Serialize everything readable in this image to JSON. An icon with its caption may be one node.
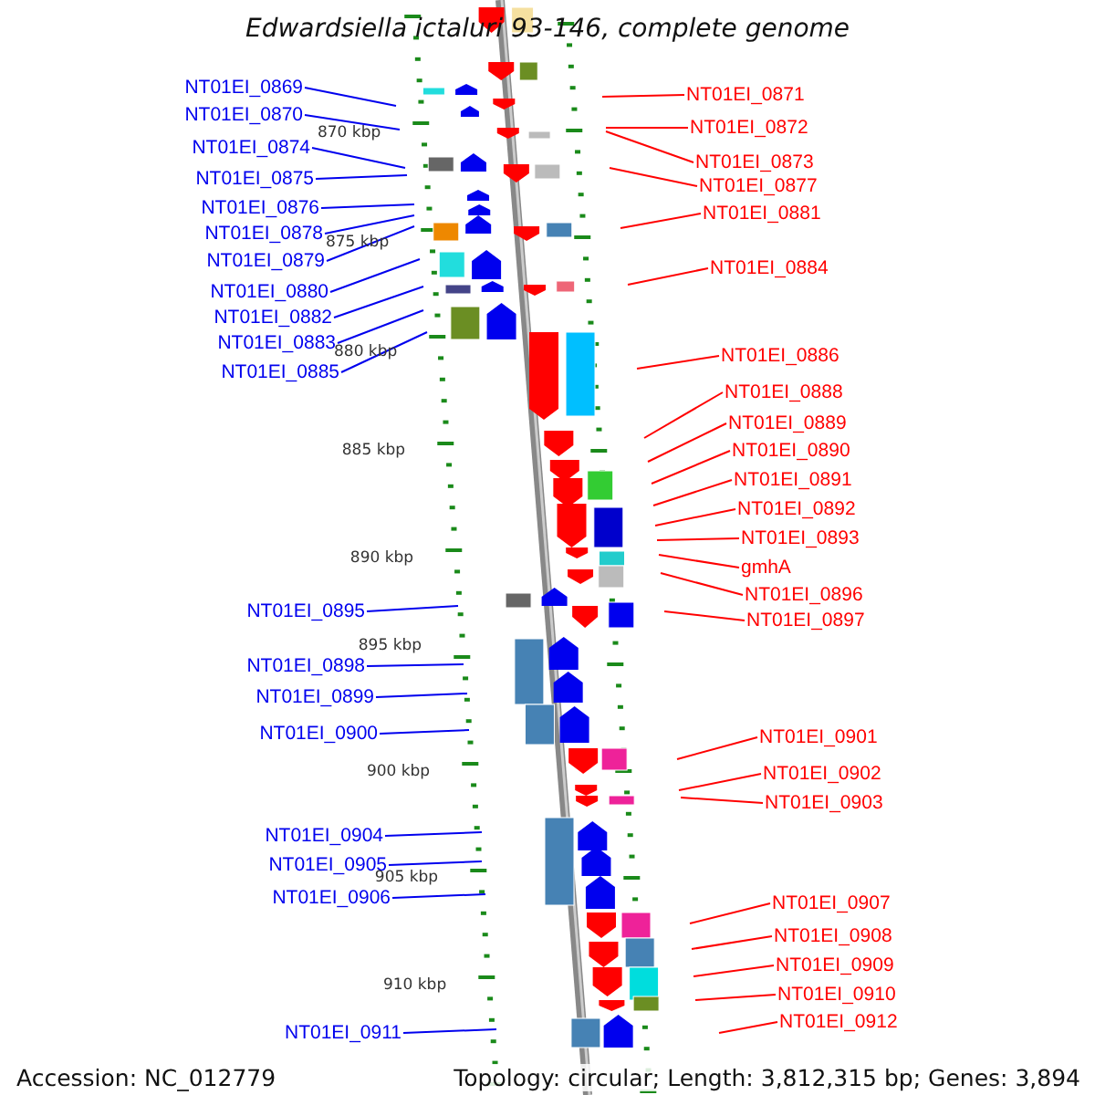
{
  "diagram": {
    "title": "Edwardsiella ictaluri 93-146, complete genome",
    "nodes": [
      {
        "text": [
          "NT01EI_0869"
        ]
      },
      {
        "text": [
          "NT01EI_0870"
        ]
      },
      {
        "text": [
          "NT01EI_0874"
        ]
      },
      {
        "text": [
          "NT01EI_0875"
        ]
      },
      {
        "text": [
          "NT01EI_0876"
        ]
      },
      {
        "text": [
          "NT01EI_0878"
        ]
      },
      {
        "text": [
          "NT01EI_0879"
        ]
      },
      {
        "text": [
          "NT01EI_0880"
        ]
      },
      {
        "text": [
          "NT01EI_0882"
        ]
      },
      {
        "text": [
          "NT01EI_0883"
        ]
      },
      {
        "text": [
          "NT01EI_0885"
        ]
      },
      {
        "text": [
          "NT01EI_0895"
        ]
      },
      {
        "text": [
          "NT01EI_0898"
        ]
      },
      {
        "text": [
          "NT01EI_0899"
        ]
      },
      {
        "text": [
          "NT01EI_0900"
        ]
      },
      {
        "text": [
          "NT01EI_0904"
        ]
      },
      {
        "text": [
          "NT01EI_0905"
        ]
      },
      {
        "text": [
          "NT01EI_0906"
        ]
      },
      {
        "text": [
          "NT01EI_0911"
        ]
      },
      {
        "text": [
          "NT01EI_0871"
        ]
      },
      {
        "text": [
          "NT01EI_0872"
        ]
      },
      {
        "text": [
          "NT01EI_0873"
        ]
      },
      {
        "text": [
          "NT01EI_0877"
        ]
      },
      {
        "text": [
          "NT01EI_0881"
        ]
      },
      {
        "text": [
          "NT01EI_0884"
        ]
      },
      {
        "text": [
          "NT01EI_0886"
        ]
      },
      {
        "text": [
          "NT01EI_0888"
        ]
      },
      {
        "text": [
          "NT01EI_0889"
        ]
      },
      {
        "text": [
          "NT01EI_0890"
        ]
      },
      {
        "text": [
          "NT01EI_0891"
        ]
      },
      {
        "text": [
          "NT01EI_0892"
        ]
      },
      {
        "text": [
          "NT01EI_0893"
        ]
      },
      {
        "text": [
          "gmhA"
        ]
      },
      {
        "text": [
          "NT01EI_0896"
        ]
      },
      {
        "text": [
          "NT01EI_0897"
        ]
      },
      {
        "text": [
          "NT01EI_0901"
        ]
      },
      {
        "text": [
          "NT01EI_0902"
        ]
      },
      {
        "text": [
          "NT01EI_0903"
        ]
      },
      {
        "text": [
          "NT01EI_0907"
        ]
      },
      {
        "text": [
          "NT01EI_0908"
        ]
      },
      {
        "text": [
          "NT01EI_0909"
        ]
      },
      {
        "text": [
          "NT01EI_0910"
        ]
      },
      {
        "text": [
          "NT01EI_0912"
        ]
      }
    ],
    "edges": [
      {
        "from": 0,
        "to": null,
        "arrow": "none",
        "color": "#0000ee"
      },
      {
        "from": 1,
        "to": null,
        "arrow": "none",
        "color": "#0000ee"
      },
      {
        "from": 2,
        "to": null,
        "arrow": "none",
        "color": "#0000ee"
      },
      {
        "from": 3,
        "to": null,
        "arrow": "none",
        "color": "#0000ee"
      },
      {
        "from": 4,
        "to": null,
        "arrow": "none",
        "color": "#0000ee"
      },
      {
        "from": 5,
        "to": null,
        "arrow": "none",
        "color": "#0000ee"
      },
      {
        "from": 6,
        "to": null,
        "arrow": "none",
        "color": "#0000ee"
      },
      {
        "from": 7,
        "to": null,
        "arrow": "none",
        "color": "#0000ee"
      },
      {
        "from": 8,
        "to": null,
        "arrow": "none",
        "color": "#0000ee"
      },
      {
        "from": 9,
        "to": null,
        "arrow": "none",
        "color": "#0000ee"
      },
      {
        "from": 10,
        "to": null,
        "arrow": "none",
        "color": "#0000ee"
      },
      {
        "from": 11,
        "to": null,
        "arrow": "none",
        "color": "#0000ee"
      },
      {
        "from": 12,
        "to": null,
        "arrow": "none",
        "color": "#0000ee"
      },
      {
        "from": 13,
        "to": null,
        "arrow": "none",
        "color": "#0000ee"
      },
      {
        "from": 14,
        "to": null,
        "arrow": "none",
        "color": "#0000ee"
      },
      {
        "from": 15,
        "to": null,
        "arrow": "none",
        "color": "#0000ee"
      },
      {
        "from": 16,
        "to": null,
        "arrow": "none",
        "color": "#0000ee"
      },
      {
        "from": 17,
        "to": null,
        "arrow": "none",
        "color": "#0000ee"
      },
      {
        "from": 18,
        "to": null,
        "arrow": "none",
        "color": "#0000ee"
      },
      {
        "from": 19,
        "to": null,
        "arrow": "none"
      },
      {
        "from": 20,
        "to": null,
        "arrow": "none"
      },
      {
        "from": 21,
        "to": null,
        "arrow": "none"
      },
      {
        "from": 22,
        "to": null,
        "arrow": "none"
      },
      {
        "from": 23,
        "to": null,
        "arrow": "none"
      },
      {
        "from": 24,
        "to": null,
        "arrow": "none"
      },
      {
        "from": 25,
        "to": null,
        "arrow": "none"
      },
      {
        "from": 26,
        "to": null,
        "arrow": "none"
      },
      {
        "from": 27,
        "to": null,
        "arrow": "none"
      },
      {
        "from": 28,
        "to": null,
        "arrow": "none"
      },
      {
        "from": 29,
        "to": null,
        "arrow": "none"
      },
      {
        "from": 30,
        "to": null,
        "arrow": "none"
      },
      {
        "from": 31,
        "to": null,
        "arrow": "none"
      },
      {
        "from": 32,
        "to": null,
        "arrow": "none"
      },
      {
        "from": 33,
        "to": null,
        "arrow": "none"
      },
      {
        "from": 34,
        "to": null,
        "arrow": "none"
      },
      {
        "from": 35,
        "to": null,
        "arrow": "none"
      },
      {
        "from": 36,
        "to": null,
        "arrow": "none"
      },
      {
        "from": 37,
        "to": null,
        "arrow": "none"
      },
      {
        "from": 38,
        "to": null,
        "arrow": "none"
      },
      {
        "from": 39,
        "to": null,
        "arrow": "none"
      },
      {
        "from": 40,
        "to": null,
        "arrow": "none"
      },
      {
        "from": 41,
        "to": null,
        "arrow": "none"
      },
      {
        "from": 42,
        "to": null,
        "arrow": "none"
      }
    ],
    "labels": [
      "870 kbp",
      "875 kbp",
      "880 kbp",
      "885 kbp",
      "890 kbp",
      "895 kbp",
      "900 kbp",
      "905 kbp",
      "910 kbp",
      "Accession: NC_012779",
      "Topology: circular; Length: 3,812,315 bp; Genes: 3,894"
    ]
  }
}
